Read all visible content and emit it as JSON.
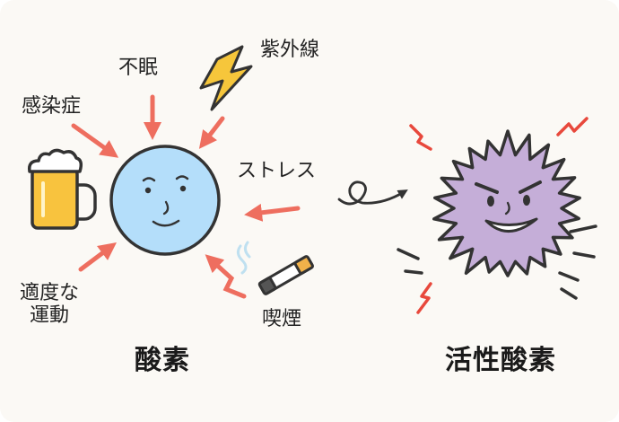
{
  "causes": {
    "infection": "感染症",
    "sleeplessness": "不眠",
    "uv": "紫外線",
    "stress": "ストレス",
    "smoking": "喫煙",
    "exercise": "適度な\n運動"
  },
  "titles": {
    "oxygen": "酸素",
    "active_oxygen": "活性酸素"
  },
  "colors": {
    "arrow": "#ee6e5f",
    "oxygen_fill": "#b4defa",
    "radical_fill": "#c5aed8",
    "lightning": "#f6c63b",
    "beer": "#f8c33e",
    "outline": "#333333"
  }
}
